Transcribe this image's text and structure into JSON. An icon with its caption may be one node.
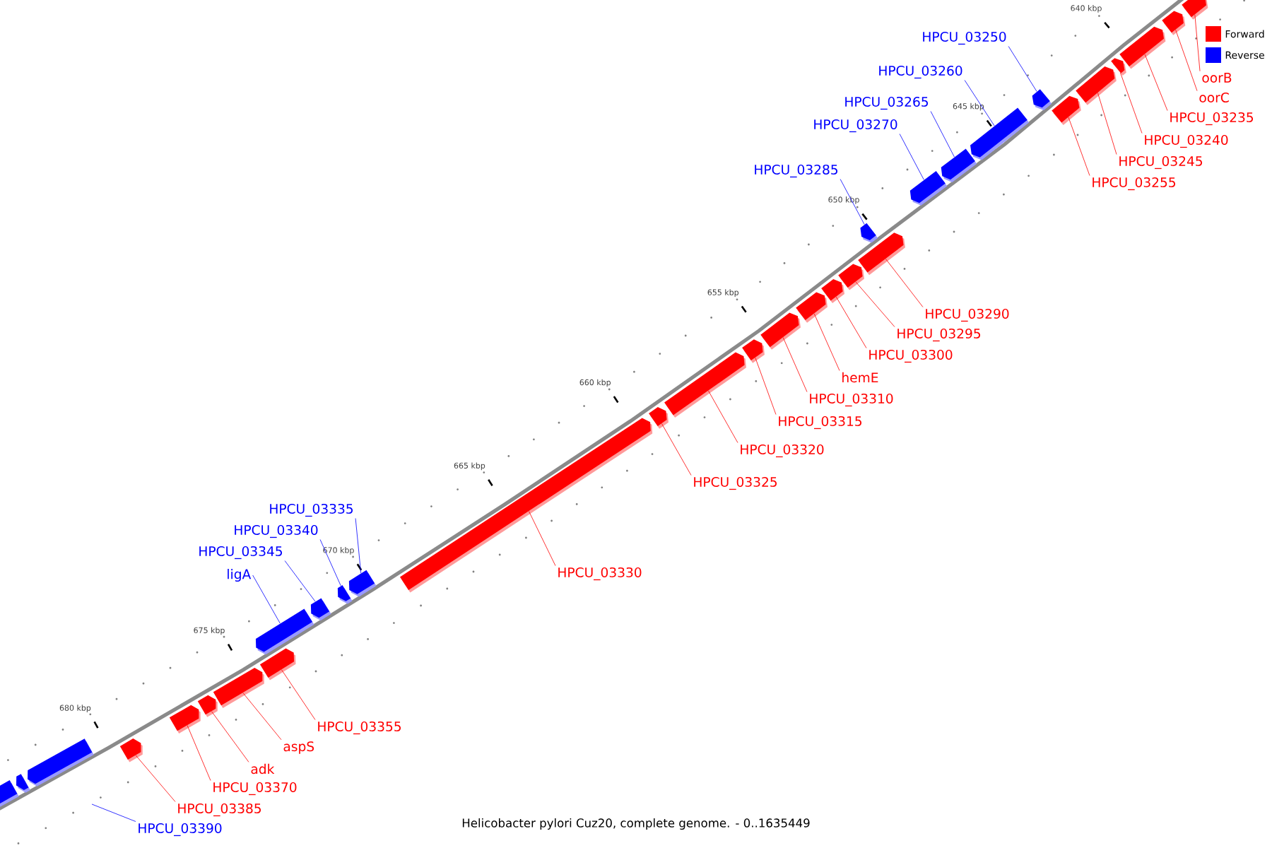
{
  "diagram": {
    "caption": "Helicobacter pylori Cuz20, complete genome. - 0..1635449",
    "nodes": [
      {
        "text": [
          "oorB"
        ]
      },
      {
        "text": [],
        "shape": "bar"
      },
      {
        "text": [
          "oorC"
        ]
      },
      {
        "text": [],
        "shape": "bar"
      },
      {
        "text": [
          "HPCU_03235"
        ]
      },
      {
        "text": [],
        "shape": "bar"
      },
      {
        "text": [
          "HPCU_03240"
        ]
      },
      {
        "text": [],
        "shape": "bar"
      },
      {
        "text": [
          "HPCU_03245"
        ]
      },
      {
        "text": [],
        "shape": "bar"
      },
      {
        "text": [
          "HPCU_03250"
        ]
      },
      {
        "text": [],
        "shape": "bar"
      },
      {
        "text": [
          "HPCU_03255"
        ]
      },
      {
        "text": [],
        "shape": "bar"
      },
      {
        "text": [
          "HPCU_03260"
        ]
      },
      {
        "text": [],
        "shape": "bar"
      },
      {
        "text": [
          "HPCU_03265"
        ]
      },
      {
        "text": [],
        "shape": "bar"
      },
      {
        "text": [
          "HPCU_03270"
        ]
      },
      {
        "text": [],
        "shape": "bar"
      },
      {
        "text": [
          "HPCU_03285"
        ]
      },
      {
        "text": [],
        "shape": "bar"
      },
      {
        "text": [
          "HPCU_03290"
        ]
      },
      {
        "text": [],
        "shape": "bar"
      },
      {
        "text": [
          "HPCU_03295"
        ]
      },
      {
        "text": [],
        "shape": "bar"
      },
      {
        "text": [
          "HPCU_03300"
        ]
      },
      {
        "text": [],
        "shape": "bar"
      },
      {
        "text": [
          "hemE"
        ]
      },
      {
        "text": [],
        "shape": "bar"
      },
      {
        "text": [
          "HPCU_03310"
        ]
      },
      {
        "text": [],
        "shape": "bar"
      },
      {
        "text": [
          "HPCU_03315"
        ]
      },
      {
        "text": [],
        "shape": "bar"
      },
      {
        "text": [
          "HPCU_03320"
        ]
      },
      {
        "text": [],
        "shape": "bar"
      },
      {
        "text": [
          "HPCU_03325"
        ]
      },
      {
        "text": [],
        "shape": "bar"
      },
      {
        "text": [
          "HPCU_03330"
        ]
      },
      {
        "text": [],
        "shape": "bar"
      },
      {
        "text": [
          "HPCU_03335"
        ]
      },
      {
        "text": [],
        "shape": "bar"
      },
      {
        "text": [
          "HPCU_03340"
        ]
      },
      {
        "text": [],
        "shape": "bar"
      },
      {
        "text": [
          "HPCU_03345"
        ]
      },
      {
        "text": [],
        "shape": "bar"
      },
      {
        "text": [
          "ligA"
        ]
      },
      {
        "text": [],
        "shape": "bar"
      },
      {
        "text": [
          "HPCU_03355"
        ]
      },
      {
        "text": [],
        "shape": "bar"
      },
      {
        "text": [
          "aspS"
        ]
      },
      {
        "text": [],
        "shape": "bar"
      },
      {
        "text": [
          "adk"
        ]
      },
      {
        "text": [],
        "shape": "bar"
      },
      {
        "text": [
          "HPCU_03370"
        ]
      },
      {
        "text": [],
        "shape": "bar"
      },
      {
        "text": [
          "HPCU_03385"
        ]
      },
      {
        "text": [],
        "shape": "bar"
      },
      {
        "text": [
          "HPCU_03390"
        ]
      },
      {
        "text": [],
        "shape": "bar"
      },
      {
        "text": [],
        "shape": "bar"
      },
      {
        "text": [],
        "shape": "bar"
      }
    ],
    "edges": [
      {
        "from": 0,
        "to": 1,
        "arrow": "none"
      },
      {
        "from": 2,
        "to": 3,
        "arrow": "none"
      },
      {
        "from": 4,
        "to": 5,
        "arrow": "none"
      },
      {
        "from": 6,
        "to": 7,
        "arrow": "none"
      },
      {
        "from": 8,
        "to": 9,
        "arrow": "none"
      },
      {
        "from": 10,
        "to": 11,
        "arrow": "none",
        "color": "#0000ff"
      },
      {
        "from": 12,
        "to": 13,
        "arrow": "none"
      },
      {
        "from": 14,
        "to": 15,
        "arrow": "none",
        "color": "#0000ff"
      },
      {
        "from": 16,
        "to": 17,
        "arrow": "none",
        "color": "#0000ff"
      },
      {
        "from": 18,
        "to": 19,
        "arrow": "none",
        "color": "#0000ff"
      },
      {
        "from": 20,
        "to": 21,
        "arrow": "none",
        "color": "#0000ff"
      },
      {
        "from": 22,
        "to": 23,
        "arrow": "none"
      },
      {
        "from": 24,
        "to": 25,
        "arrow": "none"
      },
      {
        "from": 26,
        "to": 27,
        "arrow": "none"
      },
      {
        "from": 28,
        "to": 29,
        "arrow": "none"
      },
      {
        "from": 30,
        "to": 31,
        "arrow": "none"
      },
      {
        "from": 32,
        "to": 33,
        "arrow": "none"
      },
      {
        "from": 34,
        "to": 35,
        "arrow": "none"
      },
      {
        "from": 36,
        "to": 37,
        "arrow": "none"
      },
      {
        "from": 38,
        "to": 39,
        "arrow": "none"
      },
      {
        "from": 40,
        "to": 41,
        "arrow": "none",
        "color": "#0000ff"
      },
      {
        "from": 42,
        "to": 43,
        "arrow": "none",
        "color": "#0000ff"
      },
      {
        "from": 44,
        "to": 45,
        "arrow": "none",
        "color": "#0000ff"
      },
      {
        "from": 46,
        "to": 47,
        "arrow": "none",
        "color": "#0000ff"
      },
      {
        "from": 48,
        "to": 49,
        "arrow": "none"
      },
      {
        "from": 50,
        "to": 51,
        "arrow": "none"
      },
      {
        "from": 52,
        "to": 53,
        "arrow": "none"
      },
      {
        "from": 54,
        "to": 55,
        "arrow": "none"
      },
      {
        "from": 56,
        "to": 57,
        "arrow": "none"
      },
      {
        "from": 58,
        "to": null,
        "arrow": "none",
        "color": "#0000ff"
      }
    ],
    "labels": [
      "640 kbp",
      "645 kbp",
      "650 kbp",
      "655 kbp",
      "660 kbp",
      "665 kbp",
      "670 kbp",
      "675 kbp",
      "680 kbp"
    ],
    "legend": [
      {
        "text": "Forward",
        "color": "#ff0000"
      },
      {
        "text": "Reverse",
        "color": "#0000ff"
      }
    ]
  }
}
